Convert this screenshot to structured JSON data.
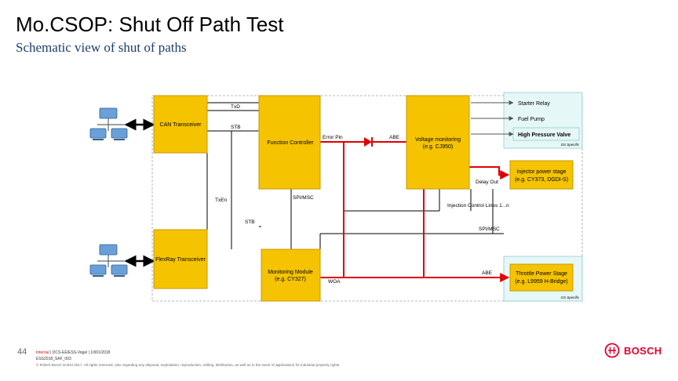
{
  "title": "Mo.CSOP: Shut Off Path Test",
  "subtitle": "Schematic view of shut of paths",
  "colors": {
    "block_fill": "#f5c300",
    "block_border": "#c89a00",
    "signal_red": "#e00000",
    "wire_black": "#000000",
    "output_panel": "#e6f7f8",
    "logo_red": "#e4002b"
  },
  "diagram": {
    "blocks": {
      "can_transceiver": "CAN Transceiver",
      "flexray_transceiver": "FlexRay Transceiver",
      "function_controller": "Function Controller",
      "voltage_monitoring": [
        "Voltage monitoring",
        "(e.g. CJ950)"
      ],
      "monitoring_module": [
        "Monitoring Module",
        "(e.g. CY327)"
      ],
      "injector_power_stage": [
        "Injector power stage",
        "(e.g. CY373, DGDI-S)"
      ],
      "throttle_power_stage": [
        "Throttle Power Stage",
        "(e.g. L9959 H-Bridge)"
      ]
    },
    "labels": {
      "txd": "TxD",
      "stb_top": "STB",
      "txen": "TxEn",
      "stb_bottom": "STB",
      "error_pin": "Error Pin",
      "abe_top": "ABE",
      "abe_bottom": "ABE",
      "spi_msc_left": "SPI/MSC",
      "spi_msc_right": "SPI/MSC",
      "injection_control": "Injection Control Lines 1...n",
      "delay_out": "Delay Out",
      "woa": "WOA"
    },
    "outputs": {
      "starter_relay": "Starter Relay",
      "fuel_pump": "Fuel Pump",
      "high_pressure_valve": "High Pressure Valve",
      "ds_specific": "DS Specific",
      "gs_specific": "GS Specific"
    }
  },
  "footer": {
    "page_number": "44",
    "classification": "Internal",
    "line1_rest": " | DCS-EE/ESS-Vogel | 10/01/2018",
    "line2": "ESS2018_SAF_003",
    "line3": "© Robert Bosch GmbH 2017. All rights reserved, also regarding any disposal, exploitation, reproduction, editing, distribution, as well as in the event of applications for industrial property rights."
  },
  "logo": {
    "text": "BOSCH"
  }
}
